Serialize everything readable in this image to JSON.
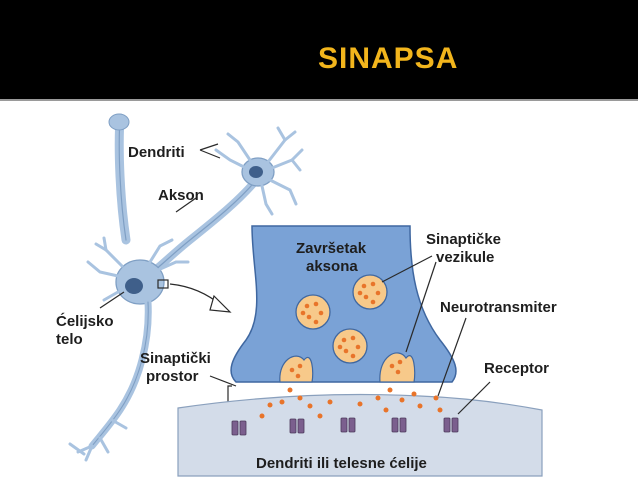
{
  "slide": {
    "title": "SINAPSA",
    "title_color": "#f2b51c",
    "header_color": "#000000"
  },
  "labels": {
    "dendriti": "Dendriti",
    "akson": "Akson",
    "celijsko_line1": "Ćelijsko",
    "celijsko_line2": "telo",
    "sinapticki_prostor_line1": "Sinaptički",
    "sinapticki_prostor_line2": "prostor",
    "zavrsetak_line1": "Završetak",
    "zavrsetak_line2": "aksona",
    "vezikule_line1": "Sinaptičke",
    "vezikule_line2": "vezikule",
    "neurotransmiter": "Neurotransmiter",
    "receptor": "Receptor",
    "dendriti_celije": "Dendriti ili telesne ćelije"
  },
  "colors": {
    "neuron": "#a9c3e0",
    "neuron_outline": "#6f8fb5",
    "terminal": "#7aa2d6",
    "vesicle_fill": "#f7c98a",
    "vesicle_dot": "#e8742a",
    "postsynaptic": "#d3dce9",
    "receptor": "#7b5f8e"
  }
}
